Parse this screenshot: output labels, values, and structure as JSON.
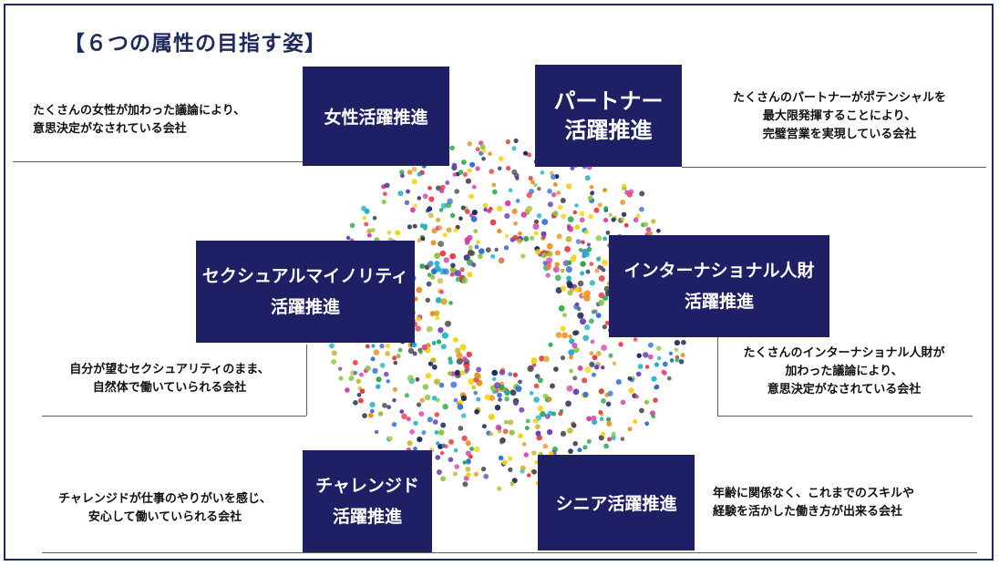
{
  "title": "【６つの属性の目指す姿】",
  "colors": {
    "box": "#1f1f66",
    "title": "#1f2a5c",
    "dot_palette": [
      "#e8383d",
      "#f08c1e",
      "#f5d20a",
      "#8cc63f",
      "#2aa84a",
      "#1ab0c8",
      "#2f6fd8",
      "#6a3fb5",
      "#d43fa8",
      "#1f2a5c",
      "#4a4a4a",
      "#c8b832"
    ]
  },
  "attributes": [
    {
      "box_lines": [
        "女性活躍推進"
      ],
      "desc_lines": [
        "たくさんの女性が加わった議論により、",
        "意思決定がなされている会社"
      ]
    },
    {
      "box_lines": [
        "パートナー",
        "活躍推進"
      ],
      "desc_lines": [
        "たくさんのパートナーがポテンシャルを",
        "最大限発揮することにより、",
        "完璧営業を実現している会社"
      ]
    },
    {
      "box_lines": [
        "セクシュアルマイノリティ",
        "活躍推進"
      ],
      "desc_lines": [
        "自分が望むセクシュアリティのまま、",
        "自然体で働いていられる会社"
      ]
    },
    {
      "box_lines": [
        "インターナショナル人財",
        "活躍推進"
      ],
      "desc_lines": [
        "たくさんのインターナショナル人財が",
        "加わった議論により、",
        "意思決定がなされている会社"
      ]
    },
    {
      "box_lines": [
        "チャレンジド",
        "活躍推進"
      ],
      "desc_lines": [
        "チャレンジドが仕事のやりがいを感じ、",
        "安心して働いていられる会社"
      ]
    },
    {
      "box_lines": [
        "シニア活躍推進"
      ],
      "desc_lines": [
        "年齢に関係なく、これまでのスキルや",
        "経験を活かした働き方が出来る会社"
      ]
    }
  ]
}
